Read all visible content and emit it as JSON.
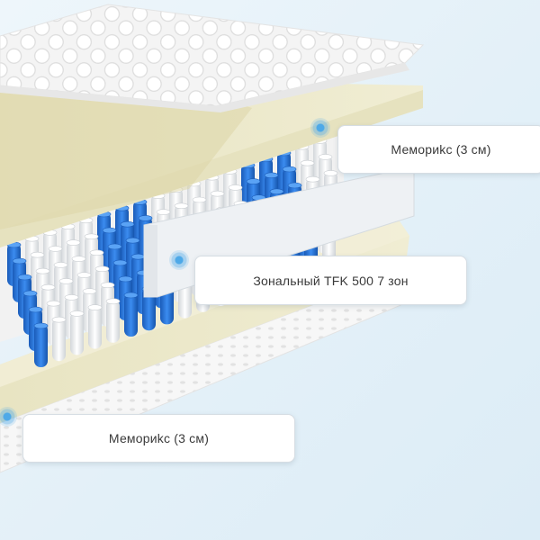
{
  "labels": {
    "top_layer": "Мемориkс (3 см)",
    "spring_block": "Зональный TFK 500 7 зон",
    "bottom_layer": "Мемориkс (3 см)"
  },
  "colors": {
    "background": "#e6f1f8",
    "quilted_cover": "#f3f3f3",
    "memory_foam": "#ece9c9",
    "spring_white": "#f5f5f5",
    "spring_blue": "#1f6fd6",
    "side_panel": "#eef1f4",
    "marker": "#4ea9e8"
  }
}
